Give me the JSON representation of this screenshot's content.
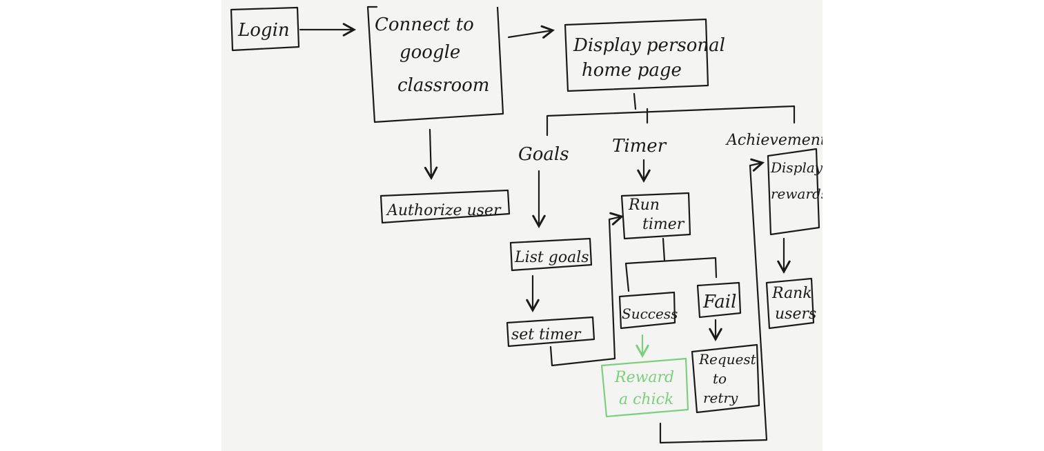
{
  "diagram": {
    "nodes": {
      "login": "Login",
      "connect": [
        "Connect to",
        "google",
        "classroom"
      ],
      "display_home": [
        "Display personal",
        "home page"
      ],
      "authorize": "Authorize user",
      "goals": "Goals",
      "timer": "Timer",
      "achievements": "Achievements",
      "list_goals": "List goals",
      "set_timer": "set timer",
      "run_timer": [
        "Run",
        "timer"
      ],
      "success": "Success",
      "fail": "Fail",
      "reward": [
        "Reward",
        "a chick"
      ],
      "request_retry": [
        "Request",
        "to",
        "retry"
      ],
      "display_rewards": [
        "Display",
        "rewards"
      ],
      "rank_users": [
        "Rank",
        "users"
      ]
    },
    "colors": {
      "ink": "#1a1a1a",
      "highlight": "#7ccf7c",
      "paper": "#f4f4f3"
    }
  }
}
